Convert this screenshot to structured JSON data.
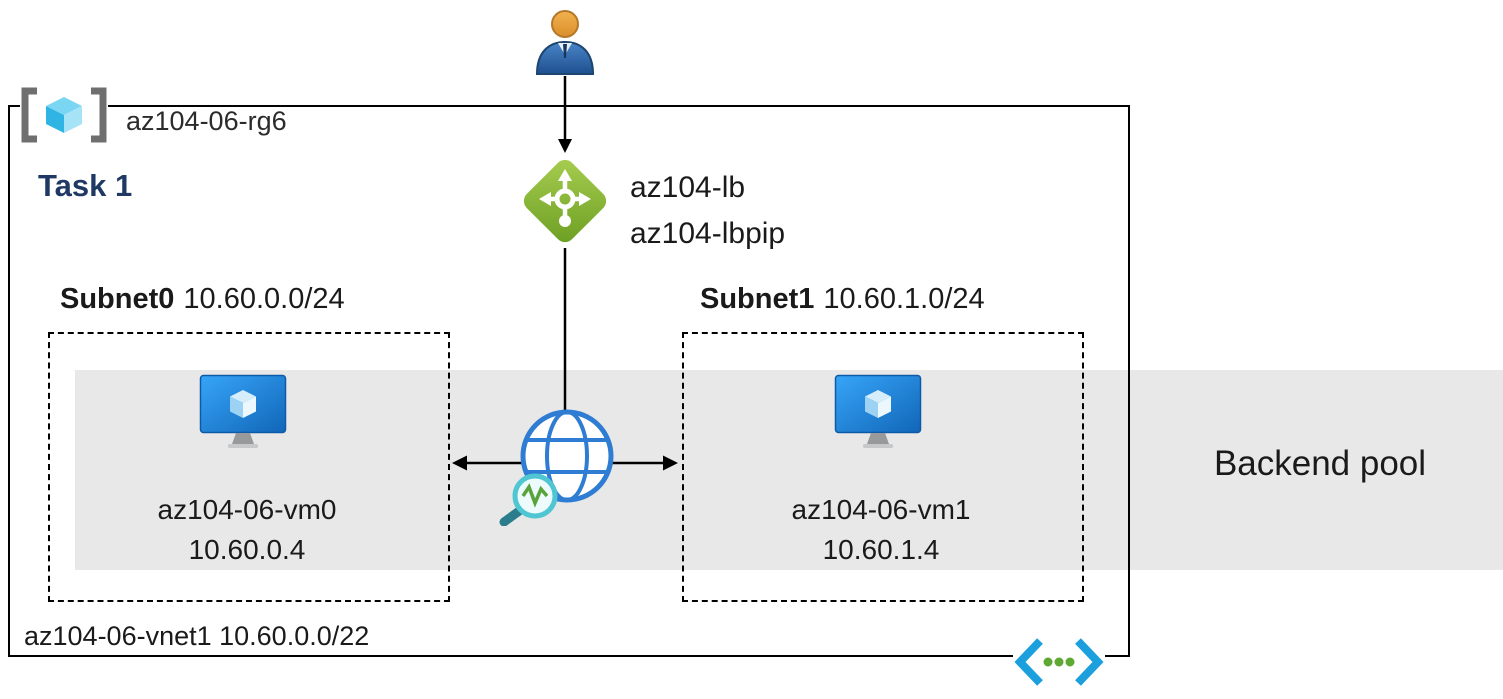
{
  "diagram": {
    "resource_group": {
      "label": "az104-06-rg6"
    },
    "task": {
      "label": "Task 1"
    },
    "load_balancer": {
      "line1": "az104-lb",
      "line2": "az104-lbpip"
    },
    "subnets": [
      {
        "name": "Subnet0",
        "cidr": "10.60.0.0/24",
        "vm_name": "az104-06-vm0",
        "vm_ip": "10.60.0.4"
      },
      {
        "name": "Subnet1",
        "cidr": "10.60.1.0/24",
        "vm_name": "az104-06-vm1",
        "vm_ip": "10.60.1.4"
      }
    ],
    "backend_pool_label": "Backend pool",
    "vnet_label": "az104-06-vnet1 10.60.0.0/22",
    "icons": [
      "user-icon",
      "load-balancer-icon",
      "resource-group-icon",
      "vm-icon",
      "globe-health-probe-icon",
      "virtual-network-icon"
    ],
    "colors": {
      "task_text": "#1F3864",
      "backend_band": "#E8E8E8",
      "lb_green": "#76A725",
      "vm_blue": "#1668BE",
      "globe_blue": "#2F7CD3",
      "magnifier_teal": "#4FC6D2",
      "vnet_blue": "#1B9FDD",
      "dot_green": "#5FA834",
      "user_head_orange": "#E8A33D",
      "user_body_blue": "#2E5E9E"
    }
  }
}
